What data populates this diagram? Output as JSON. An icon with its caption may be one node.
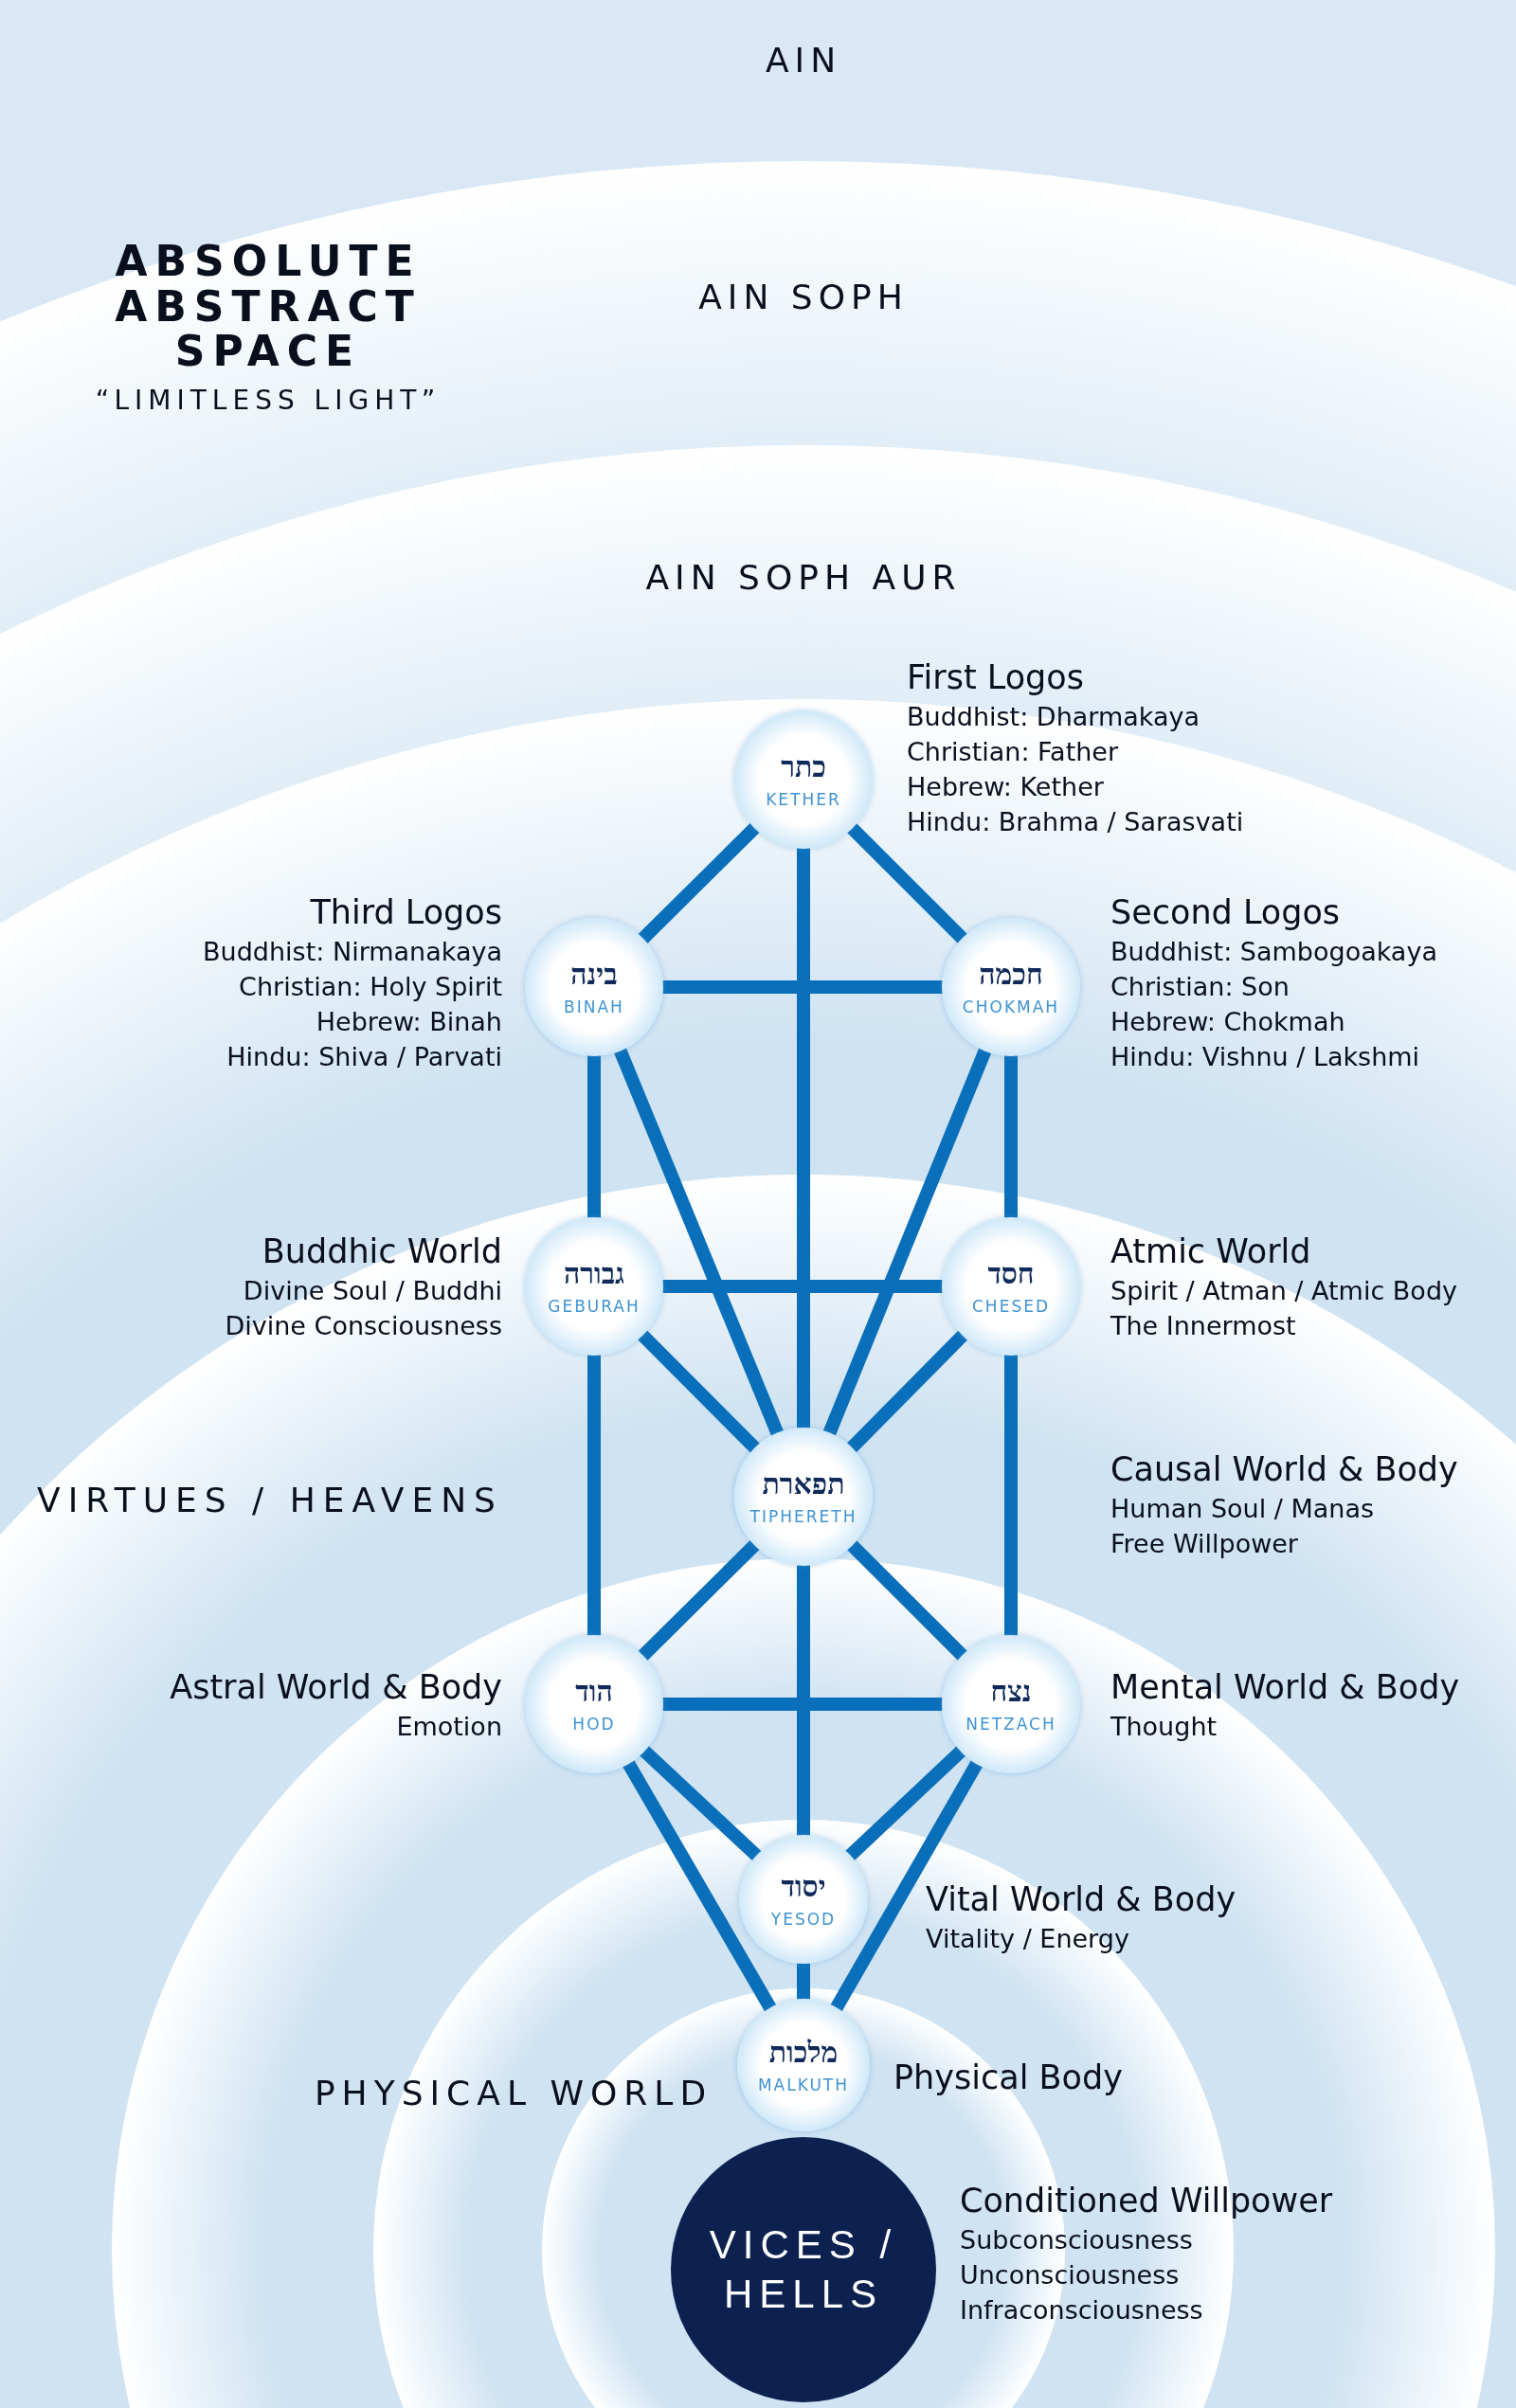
{
  "diagram": {
    "nodes": [
      {
        "text": [
          "כתר",
          "KETHER"
        ],
        "beside": [
          "First Logos",
          "Buddhist: Dharmakaya",
          "Christian: Father",
          "Hebrew: Kether",
          "Hindu: Brahma / Sarasvati"
        ]
      },
      {
        "text": [
          "בינה",
          "BINAH"
        ],
        "beside": [
          "Third Logos",
          "Buddhist: Nirmanakaya",
          "Christian: Holy Spirit",
          "Hebrew: Binah",
          "Hindu: Shiva / Parvati"
        ]
      },
      {
        "text": [
          "חכמה",
          "CHOKMAH"
        ],
        "beside": [
          "Second Logos",
          "Buddhist: Sambogoakaya",
          "Christian: Son",
          "Hebrew: Chokmah",
          "Hindu: Vishnu / Lakshmi"
        ]
      },
      {
        "text": [
          "גבורה",
          "GEBURAH"
        ],
        "beside": [
          "Buddhic World",
          "Divine Soul / Buddhi",
          "Divine Consciousness"
        ]
      },
      {
        "text": [
          "חסד",
          "CHESED"
        ],
        "beside": [
          "Atmic World",
          "Spirit / Atman / Atmic Body",
          "The Innermost"
        ]
      },
      {
        "text": [
          "תפארת",
          "TIPHERETH"
        ],
        "beside": [
          "Causal World & Body",
          "Human Soul / Manas",
          "Free Willpower"
        ]
      },
      {
        "text": [
          "הוד",
          "HOD"
        ],
        "beside": [
          "Astral World & Body",
          "Emotion"
        ]
      },
      {
        "text": [
          "נצח",
          "NETZACH"
        ],
        "beside": [
          "Mental World & Body",
          "Thought"
        ]
      },
      {
        "text": [
          "יסוד",
          "YESOD"
        ],
        "beside": [
          "Vital World & Body",
          "Vitality / Energy"
        ]
      },
      {
        "text": [
          "מלכות",
          "MALKUTH"
        ],
        "beside": [
          "Physical Body"
        ]
      },
      {
        "text": [
          "VICES / HELLS"
        ],
        "beside": [
          "Conditioned Willpower",
          "Subconsciousness",
          "Unconsciousness",
          "Infraconsciousness"
        ]
      }
    ],
    "edges": [
      {
        "from": 0,
        "to": 1,
        "arrow": "none"
      },
      {
        "from": 0,
        "to": 2,
        "arrow": "none"
      },
      {
        "from": 0,
        "to": 5,
        "arrow": "none"
      },
      {
        "from": 1,
        "to": 2,
        "arrow": "none"
      },
      {
        "from": 1,
        "to": 3,
        "arrow": "none"
      },
      {
        "from": 1,
        "to": 5,
        "arrow": "none"
      },
      {
        "from": 2,
        "to": 4,
        "arrow": "none"
      },
      {
        "from": 2,
        "to": 5,
        "arrow": "none"
      },
      {
        "from": 3,
        "to": 4,
        "arrow": "none"
      },
      {
        "from": 3,
        "to": 5,
        "arrow": "none"
      },
      {
        "from": 3,
        "to": 6,
        "arrow": "none"
      },
      {
        "from": 4,
        "to": 5,
        "arrow": "none"
      },
      {
        "from": 4,
        "to": 7,
        "arrow": "none"
      },
      {
        "from": 5,
        "to": 6,
        "arrow": "none"
      },
      {
        "from": 5,
        "to": 7,
        "arrow": "none"
      },
      {
        "from": 5,
        "to": 8,
        "arrow": "none"
      },
      {
        "from": 6,
        "to": 7,
        "arrow": "none"
      },
      {
        "from": 6,
        "to": 8,
        "arrow": "none"
      },
      {
        "from": 6,
        "to": 9,
        "arrow": "none"
      },
      {
        "from": 7,
        "to": 8,
        "arrow": "none"
      },
      {
        "from": 7,
        "to": 9,
        "arrow": "none"
      },
      {
        "from": 8,
        "to": 9,
        "arrow": "none"
      }
    ],
    "labels": [
      "AIN",
      "ABSOLUTE ABSTRACT SPACE",
      "AIN SOPH",
      "“LIMITLESS LIGHT”",
      "AIN SOPH AUR",
      "VIRTUES / HEAVENS",
      "PHYSICAL WORLD"
    ]
  }
}
